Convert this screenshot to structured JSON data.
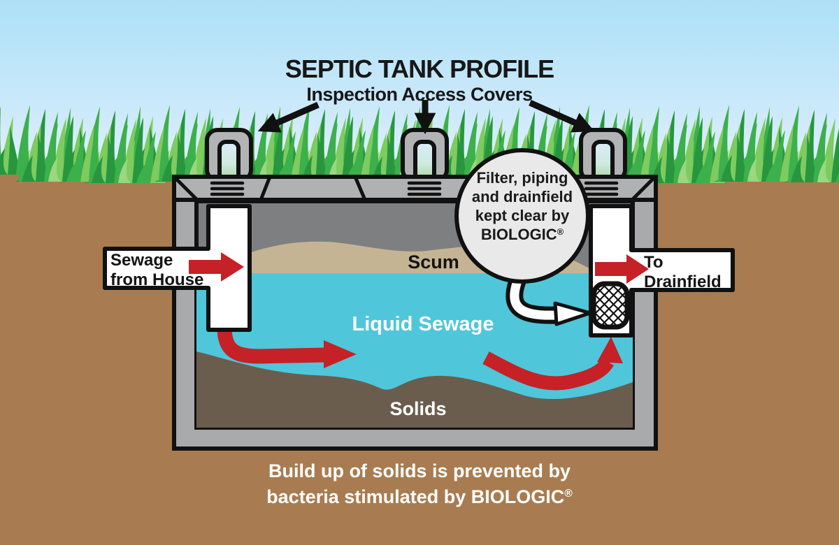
{
  "title": "SEPTIC TANK PROFILE",
  "subtitle": "Inspection Access Covers",
  "labels": {
    "inlet_line1": "Sewage",
    "inlet_line2": "from House",
    "outlet_line1": "To",
    "outlet_line2": "Drainfield",
    "scum": "Scum",
    "liquid": "Liquid Sewage",
    "solids": "Solids"
  },
  "callout": {
    "line1": "Filter, piping",
    "line2": "and drainfield",
    "line3": "kept clear by",
    "brand": "BIOLOGIC",
    "reg": "®"
  },
  "caption": {
    "line1": "Build up of solids is prevented by",
    "line2": "bacteria stimulated by BIOLOGIC",
    "reg": "®"
  },
  "colors": {
    "sky_top": "#ade0f7",
    "sky_bottom": "#eef8fd",
    "grass_dark": "#27963f",
    "grass_mid": "#3cb04a",
    "grass_light": "#7ecb5f",
    "dirt": "#a87c50",
    "tank_gray": "#adaeb0",
    "tank_interior": "#7e7f81",
    "scum": "#c5b493",
    "liquid": "#4fc6da",
    "solids": "#6a5d4e",
    "arrow_red": "#c52127",
    "callout_fill": "#e9e9e9",
    "outline": "#111111"
  }
}
